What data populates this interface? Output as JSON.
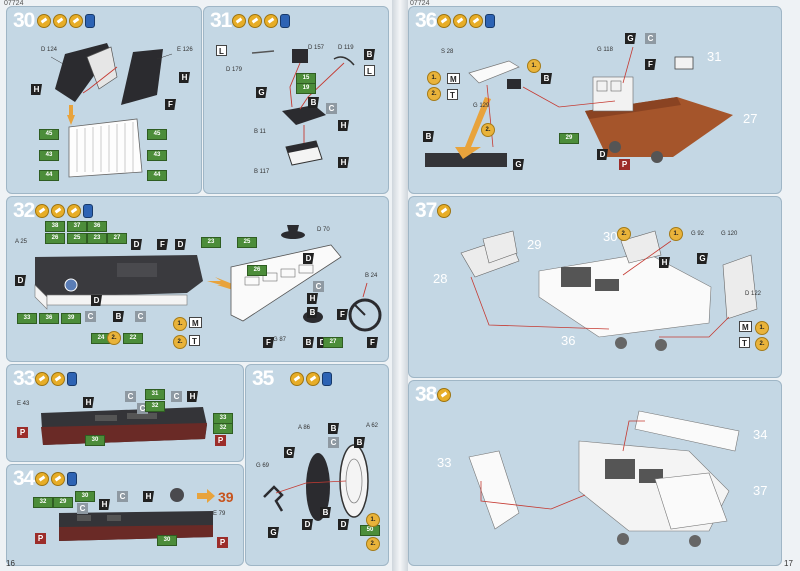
{
  "product_code": "07724",
  "page_numbers": {
    "left": "16",
    "right": "17"
  },
  "steps": [
    {
      "number": "30",
      "parts": [
        "D 124",
        "E 126"
      ],
      "labels": [
        "H",
        "H",
        "F"
      ],
      "tags": [
        "45",
        "45",
        "43",
        "43",
        "44",
        "44"
      ]
    },
    {
      "number": "31",
      "parts": [
        "D 179",
        "D 157",
        "D 119",
        "B 11",
        "B 117"
      ],
      "labels": [
        "L",
        "G",
        "B",
        "L",
        "B",
        "C",
        "H",
        "H"
      ],
      "tags": [
        "15",
        "19"
      ]
    },
    {
      "number": "32",
      "parts": [
        "A 25",
        "B 24",
        "D 70",
        "G 87"
      ],
      "labels": [
        "D",
        "D",
        "F",
        "D",
        "D",
        "B",
        "C",
        "C",
        "D",
        "F",
        "H",
        "B",
        "C",
        "F",
        "B",
        "D",
        "F",
        "M",
        "T"
      ],
      "tags": [
        "23",
        "26",
        "25",
        "27",
        "26",
        "25",
        "23",
        "24",
        "22",
        "27",
        "33",
        "36",
        "39",
        "38",
        "37",
        "36"
      ],
      "cues": [
        "1.",
        "2.",
        "2."
      ]
    },
    {
      "number": "33",
      "parts": [
        "E 43"
      ],
      "labels": [
        "H",
        "C",
        "C",
        "H",
        "C",
        "P",
        "P"
      ],
      "tags": [
        "31",
        "32",
        "32",
        "33",
        "30"
      ]
    },
    {
      "number": "34",
      "parts": [
        "E 79"
      ],
      "labels": [
        "C",
        "H",
        "C",
        "H",
        "P",
        "P"
      ],
      "tags": [
        "32",
        "29",
        "30",
        "30"
      ],
      "next": "39"
    },
    {
      "number": "35",
      "parts": [
        "A 86",
        "A 62",
        "G 69"
      ],
      "labels": [
        "G",
        "B",
        "C",
        "B",
        "B",
        "D",
        "D",
        "G"
      ],
      "tags": [
        "50"
      ],
      "cues": [
        "1.",
        "2."
      ]
    },
    {
      "number": "36",
      "parts": [
        "S 28",
        "G 118",
        "G 129"
      ],
      "labels": [
        "G",
        "C",
        "F",
        "M",
        "T",
        "B",
        "B",
        "G",
        "D",
        "P"
      ],
      "tags": [
        "29"
      ],
      "cues": [
        "1.",
        "2.",
        "1.",
        "2."
      ],
      "refs": [
        "31",
        "27"
      ]
    },
    {
      "number": "37",
      "parts": [
        "G 92",
        "G 120",
        "D 122"
      ],
      "labels": [
        "H",
        "G",
        "M",
        "T"
      ],
      "cues": [
        "2.",
        "1.",
        "1.",
        "2."
      ],
      "refs": [
        "30",
        "29",
        "28",
        "36"
      ]
    },
    {
      "number": "38",
      "refs": [
        "34",
        "33",
        "37"
      ]
    }
  ]
}
